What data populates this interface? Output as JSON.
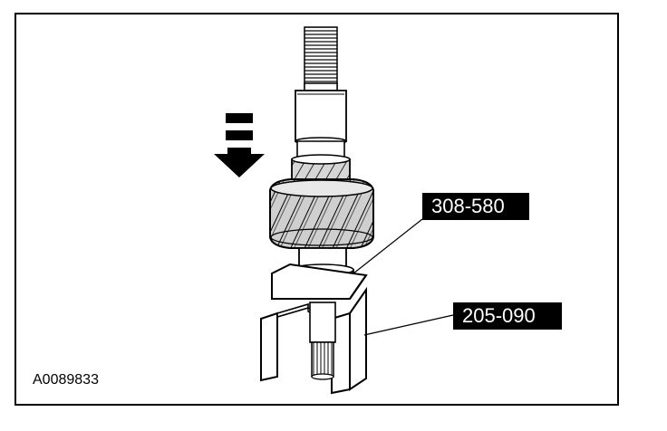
{
  "figure": {
    "reference_id": "A0089833",
    "callouts": [
      {
        "label": "308-580"
      },
      {
        "label": "205-090"
      }
    ]
  },
  "colors": {
    "ink": "#000000",
    "paper": "#ffffff",
    "gear_shade": "#bfbfbf"
  },
  "icons": [
    "press-direction-arrow-icon"
  ]
}
